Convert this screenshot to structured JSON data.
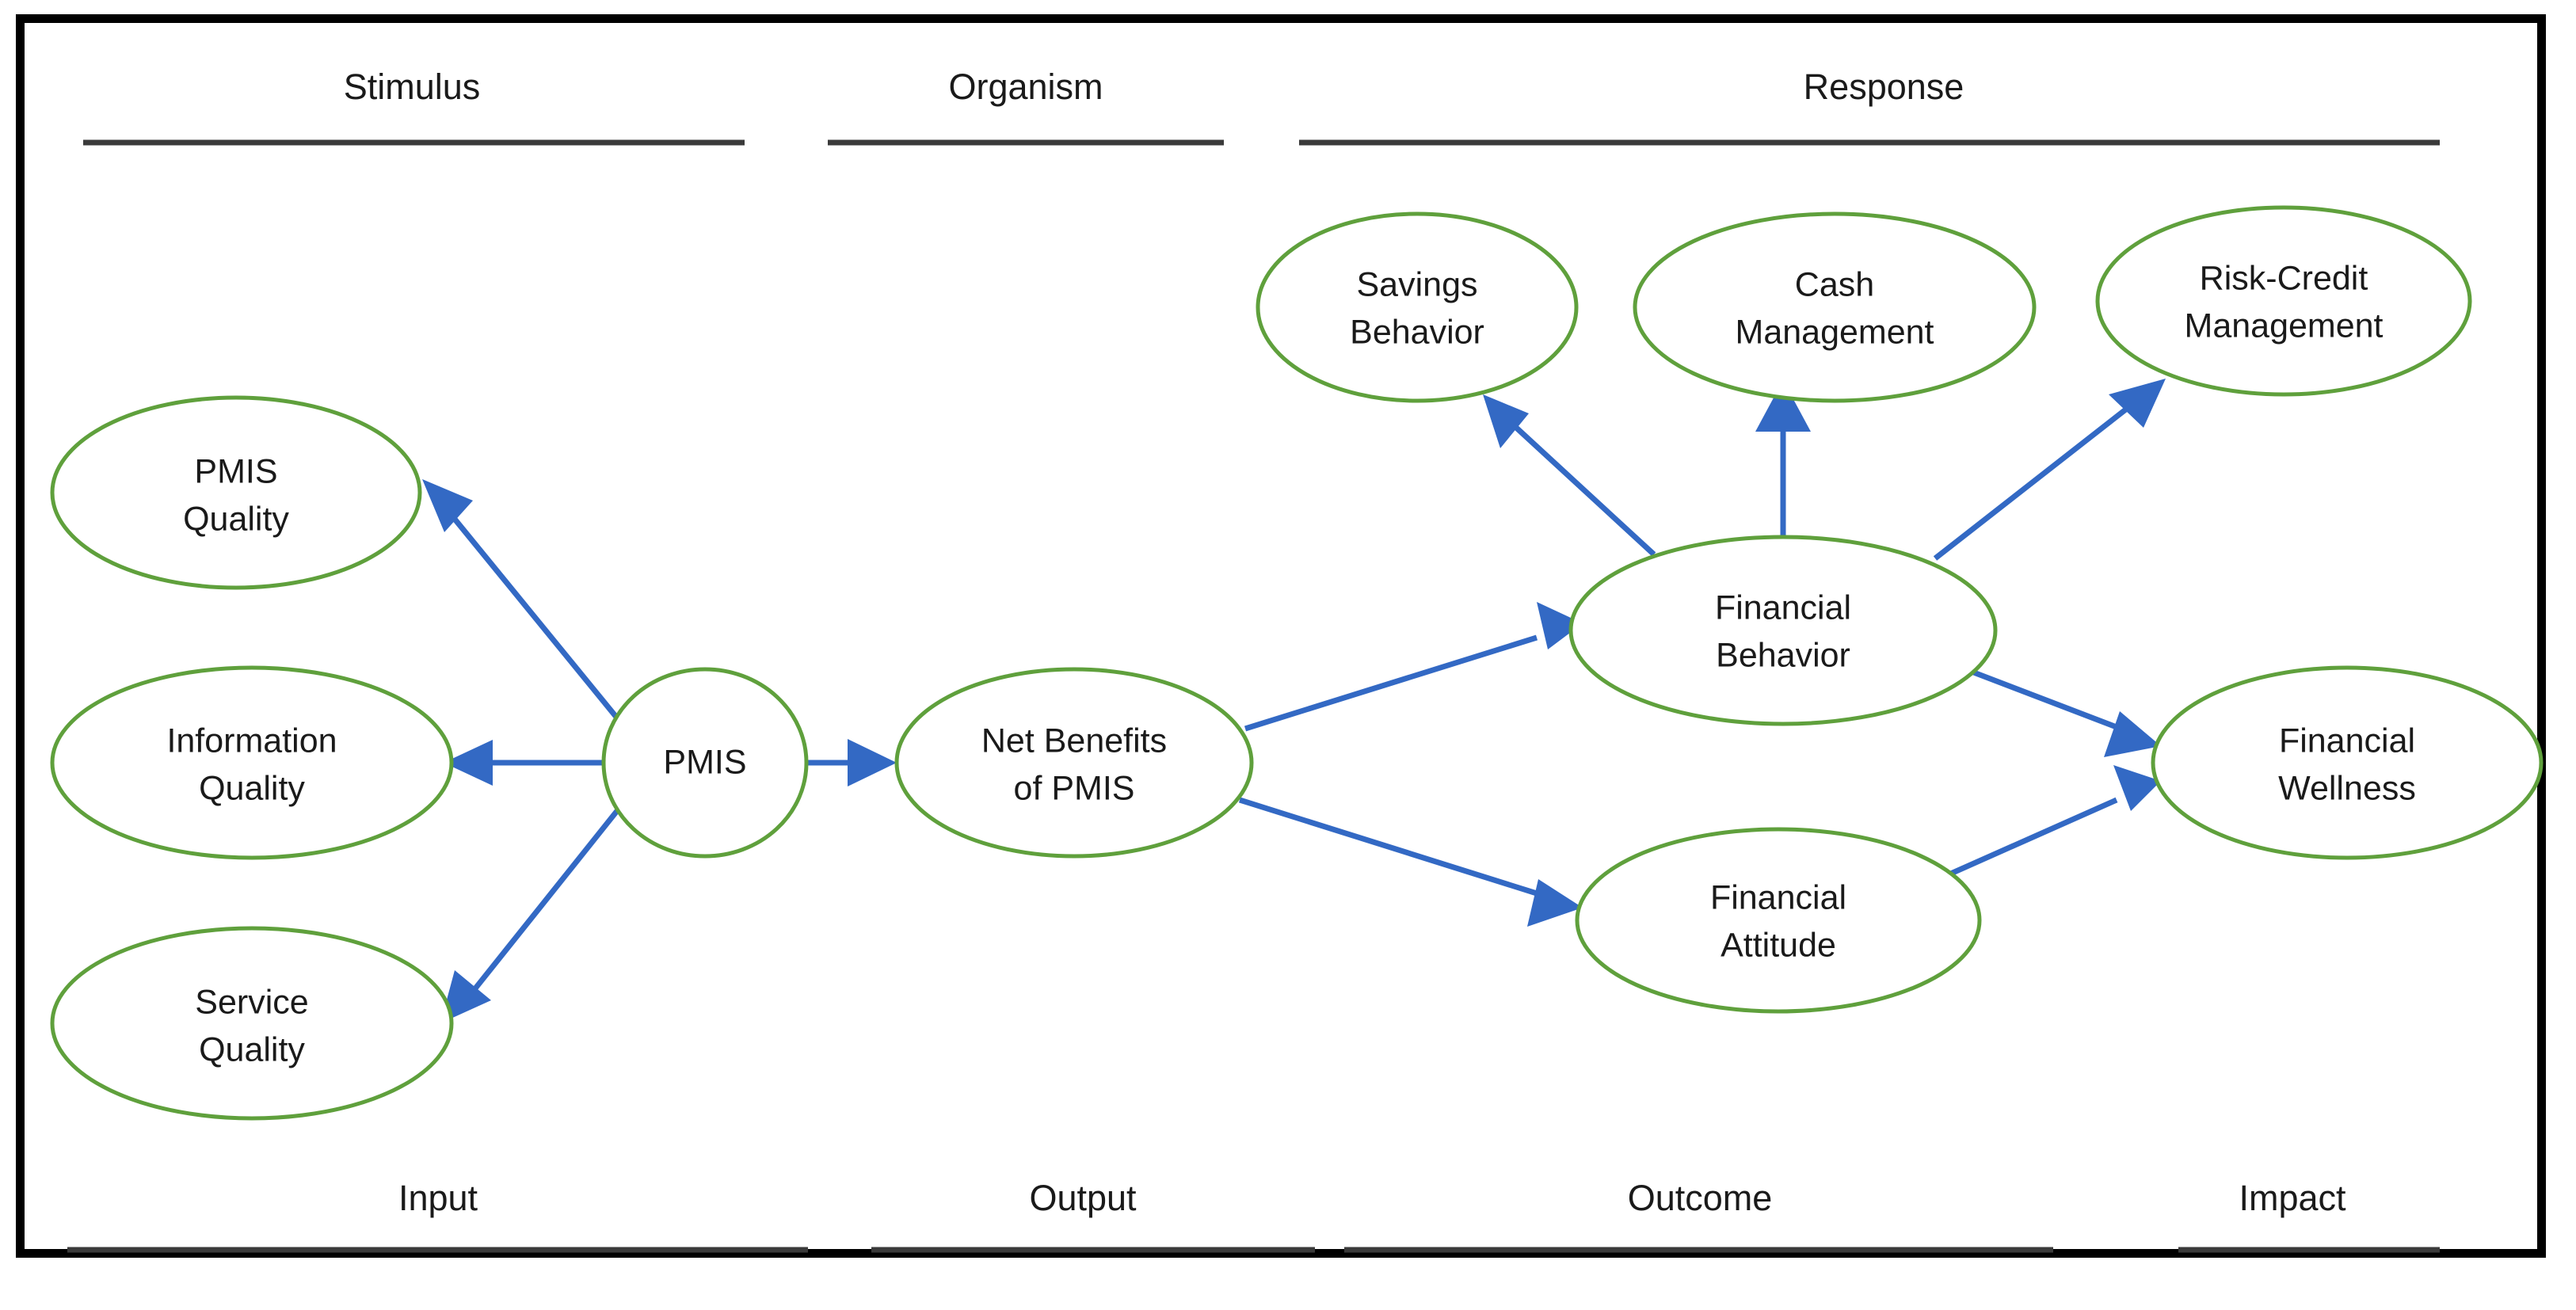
{
  "diagram": {
    "title_top_bands": [
      {
        "id": "stimulus",
        "label": "Stimulus"
      },
      {
        "id": "organism",
        "label": "Organism"
      },
      {
        "id": "response",
        "label": "Response"
      }
    ],
    "title_bottom_bands": [
      {
        "id": "input",
        "label": "Input"
      },
      {
        "id": "output",
        "label": "Output"
      },
      {
        "id": "outcome",
        "label": "Outcome"
      },
      {
        "id": "impact",
        "label": "Impact"
      }
    ],
    "nodes": [
      {
        "id": "pmis-quality",
        "line1": "PMIS",
        "line2": "Quality"
      },
      {
        "id": "information-quality",
        "line1": "Information",
        "line2": "Quality"
      },
      {
        "id": "service-quality",
        "line1": "Service",
        "line2": "Quality"
      },
      {
        "id": "pmis",
        "line1": "PMIS",
        "line2": ""
      },
      {
        "id": "net-benefits-of-pmis",
        "line1": "Net Benefits",
        "line2": "of PMIS"
      },
      {
        "id": "savings-behavior",
        "line1": "Savings",
        "line2": "Behavior"
      },
      {
        "id": "cash-management",
        "line1": "Cash",
        "line2": "Management"
      },
      {
        "id": "risk-credit-management",
        "line1": "Risk-Credit",
        "line2": "Management"
      },
      {
        "id": "financial-behavior",
        "line1": "Financial",
        "line2": "Behavior"
      },
      {
        "id": "financial-attitude",
        "line1": "Financial",
        "line2": "Attitude"
      },
      {
        "id": "financial-wellness",
        "line1": "Financial",
        "line2": "Wellness"
      }
    ],
    "edges": [
      {
        "from": "pmis",
        "to": "pmis-quality"
      },
      {
        "from": "pmis",
        "to": "information-quality"
      },
      {
        "from": "pmis",
        "to": "service-quality"
      },
      {
        "from": "pmis",
        "to": "net-benefits-of-pmis"
      },
      {
        "from": "net-benefits-of-pmis",
        "to": "financial-behavior"
      },
      {
        "from": "net-benefits-of-pmis",
        "to": "financial-attitude"
      },
      {
        "from": "financial-behavior",
        "to": "savings-behavior"
      },
      {
        "from": "financial-behavior",
        "to": "cash-management"
      },
      {
        "from": "financial-behavior",
        "to": "risk-credit-management"
      },
      {
        "from": "financial-behavior",
        "to": "financial-wellness"
      },
      {
        "from": "financial-attitude",
        "to": "financial-wellness"
      }
    ],
    "colors": {
      "node_stroke": "#5FA03C",
      "edge": "#3369C4",
      "band_rule": "#3A3A3A",
      "frame": "#000000",
      "background": "#FFFFFF",
      "text": "#1A1A1A"
    }
  }
}
